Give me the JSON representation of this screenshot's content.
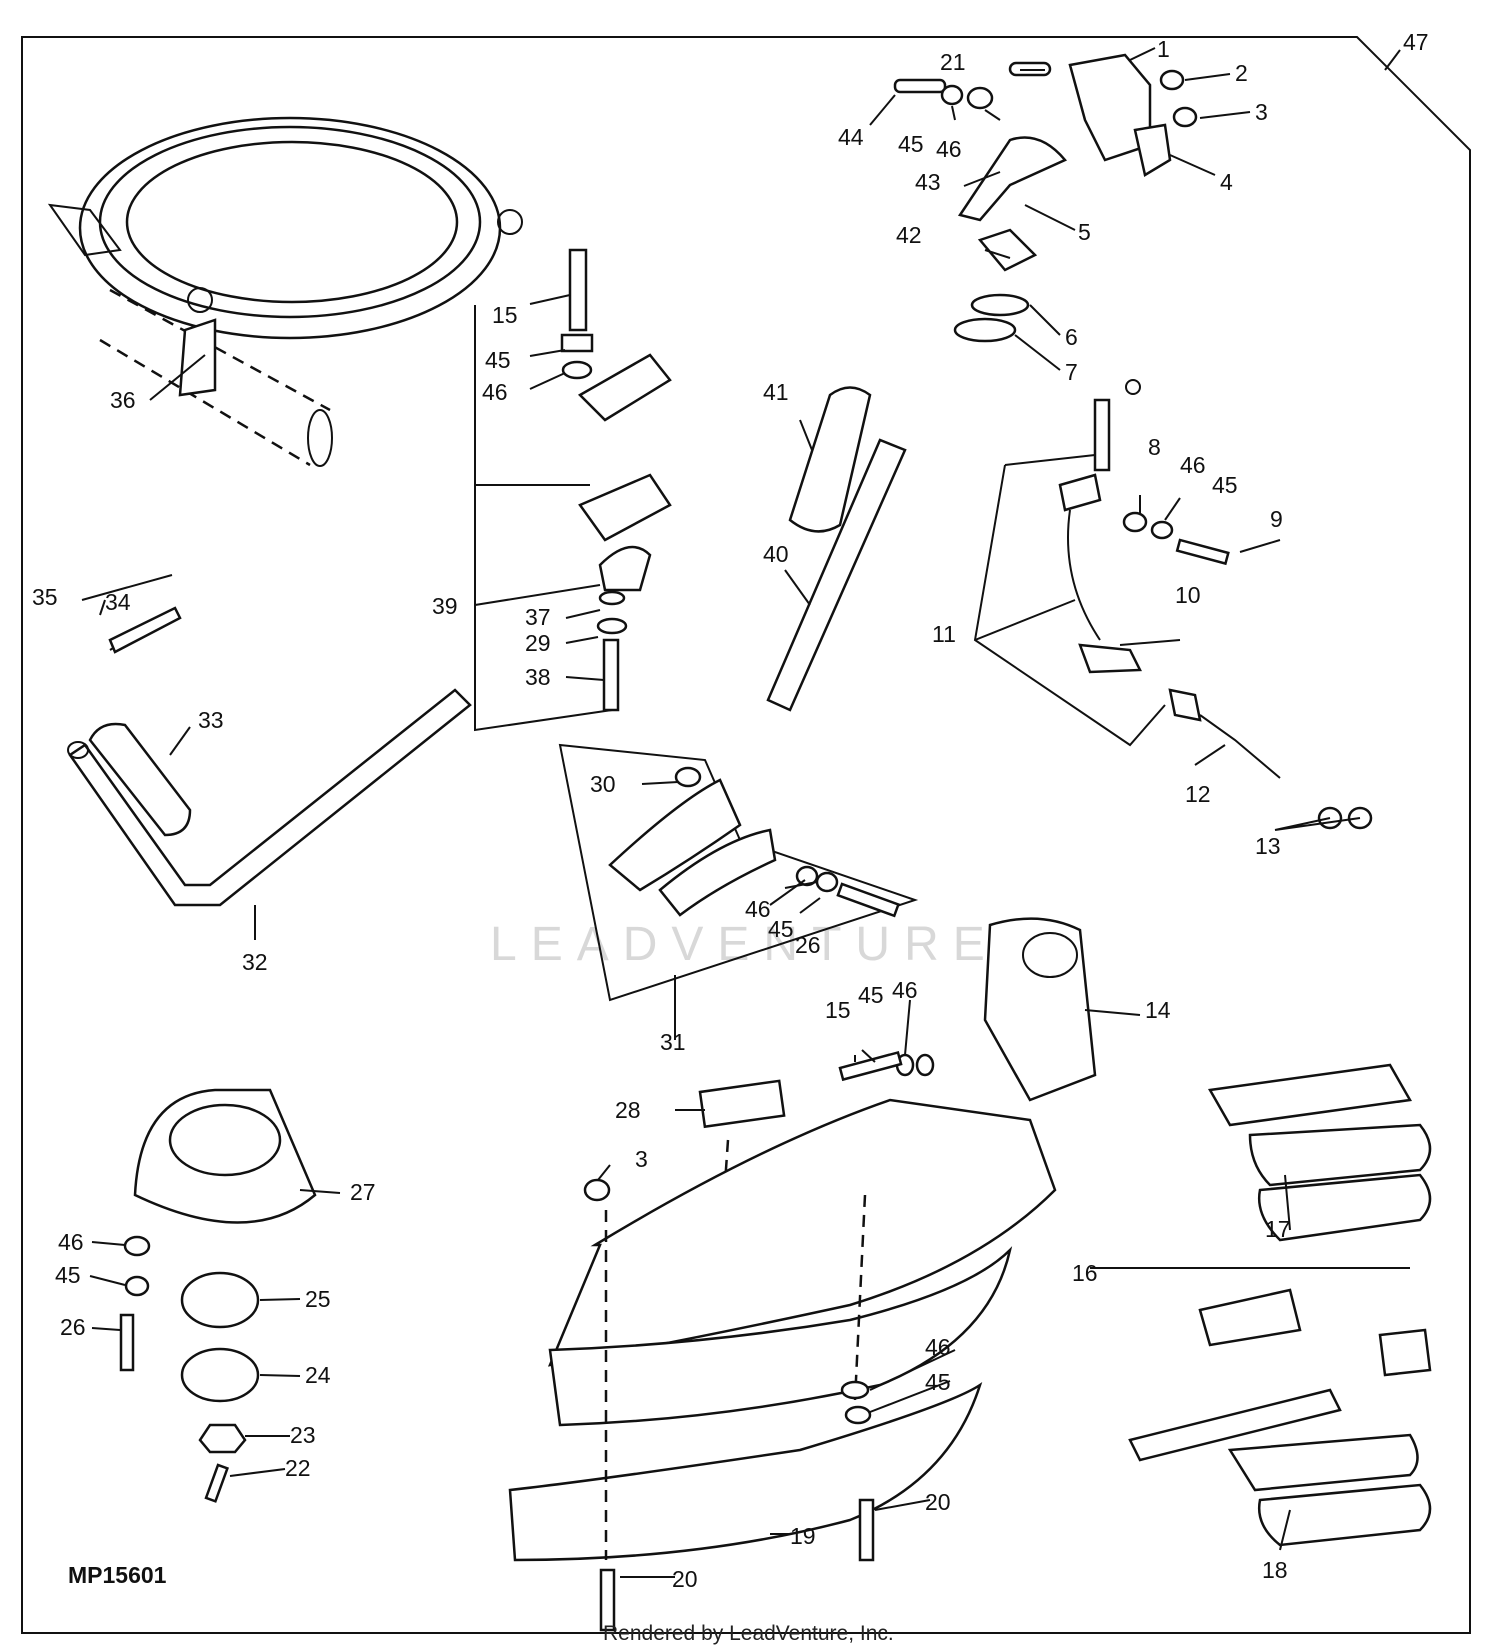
{
  "diagram": {
    "code": "MP15601",
    "credit": "Rendered by LeadVenture, Inc.",
    "watermark": "LEADVENTURE",
    "callouts": {
      "c1": "1",
      "c2": "2",
      "c3": "3",
      "c4": "4",
      "c5": "5",
      "c6": "6",
      "c7": "7",
      "c8": "8",
      "c9": "9",
      "c10": "10",
      "c11": "11",
      "c12": "12",
      "c13": "13",
      "c14": "14",
      "c15a": "15",
      "c15b": "15",
      "c16": "16",
      "c17": "17",
      "c18": "18",
      "c19": "19",
      "c20a": "20",
      "c20b": "20",
      "c21": "21",
      "c22": "22",
      "c23": "23",
      "c24": "24",
      "c25": "25",
      "c26a": "26",
      "c26b": "26",
      "c27": "27",
      "c28": "28",
      "c29": "29",
      "c30": "30",
      "c31": "31",
      "c32": "32",
      "c33": "33",
      "c34": "34",
      "c35": "35",
      "c36": "36",
      "c37": "37",
      "c38": "38",
      "c39": "39",
      "c3b": "3",
      "c40": "40",
      "c41": "41",
      "c42": "42",
      "c43": "43",
      "c44": "44",
      "c45a": "45",
      "c45b": "45",
      "c45c": "45",
      "c45d": "45",
      "c45e": "45",
      "c45f": "45",
      "c46a": "46",
      "c46b": "46",
      "c46c": "46",
      "c46d": "46",
      "c46e": "46",
      "c46f": "46",
      "c47": "47"
    }
  }
}
